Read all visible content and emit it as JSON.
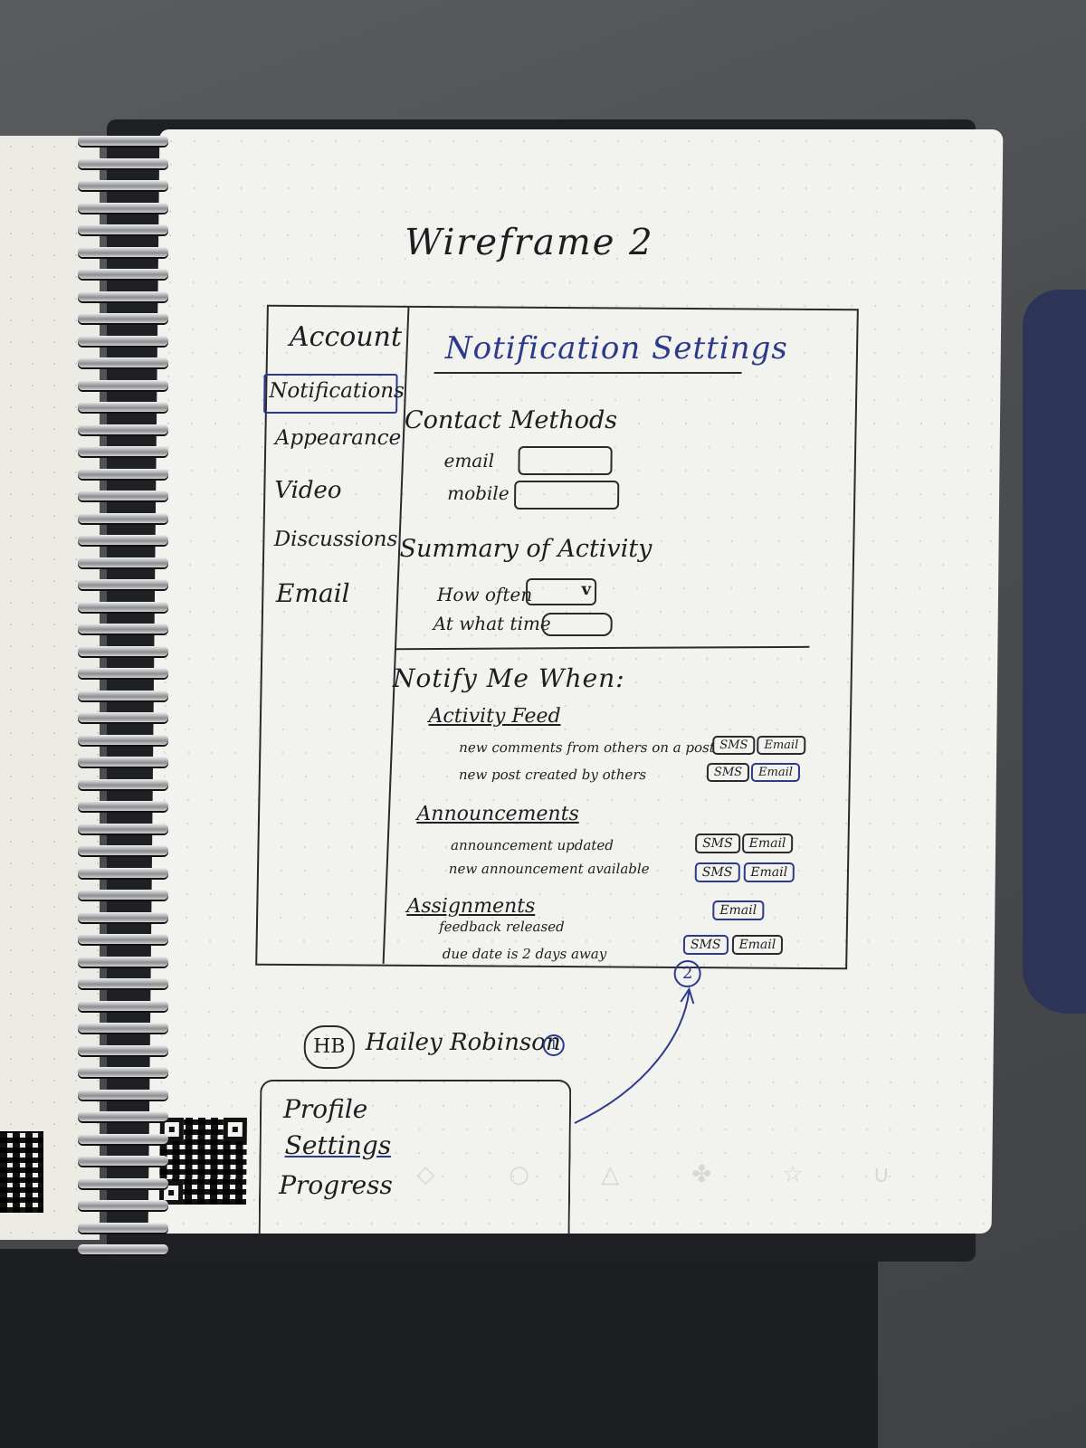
{
  "wireframe": {
    "title": "Wireframe 2",
    "sidebar": {
      "items": [
        {
          "label": "Account"
        },
        {
          "label": "Notifications"
        },
        {
          "label": "Appearance"
        },
        {
          "label": "Video"
        },
        {
          "label": "Discussions"
        },
        {
          "label": "Email"
        }
      ],
      "selected": "Notifications"
    },
    "main": {
      "heading": "Notification Settings",
      "contact": {
        "heading": "Contact Methods",
        "email_label": "email",
        "mobile_label": "mobile"
      },
      "summary": {
        "heading": "Summary of Activity",
        "how_often_label": "How often",
        "how_often_chevron": "v",
        "at_what_time_label": "At what time"
      },
      "notify": {
        "heading": "Notify Me When:",
        "sections": [
          {
            "title": "Activity Feed",
            "rows": [
              {
                "label": "new comments from others on a post",
                "buttons": [
                  "SMS",
                  "Email"
                ]
              },
              {
                "label": "new post created by others",
                "buttons": [
                  "SMS",
                  "Email"
                ]
              }
            ]
          },
          {
            "title": "Announcements",
            "rows": [
              {
                "label": "announcement updated",
                "buttons": [
                  "SMS",
                  "Email"
                ]
              },
              {
                "label": "new announcement available",
                "buttons": [
                  "SMS",
                  "Email"
                ]
              }
            ]
          },
          {
            "title": "Assignments",
            "rows": [
              {
                "label": "feedback released",
                "buttons": [
                  "Email"
                ]
              },
              {
                "label": "due date is 2 days away",
                "buttons": [
                  "SMS",
                  "Email"
                ]
              }
            ]
          }
        ]
      },
      "callout_number": "2"
    },
    "user": {
      "initials": "HB",
      "name": "Hailey Robinson",
      "badge": "1",
      "menu": [
        "Profile",
        "Settings",
        "Progress"
      ]
    }
  },
  "icons": [
    "qr-code-icon",
    "diamond-icon",
    "apple-icon",
    "bell-icon",
    "clover-icon",
    "star-icon",
    "horseshoe-icon"
  ]
}
